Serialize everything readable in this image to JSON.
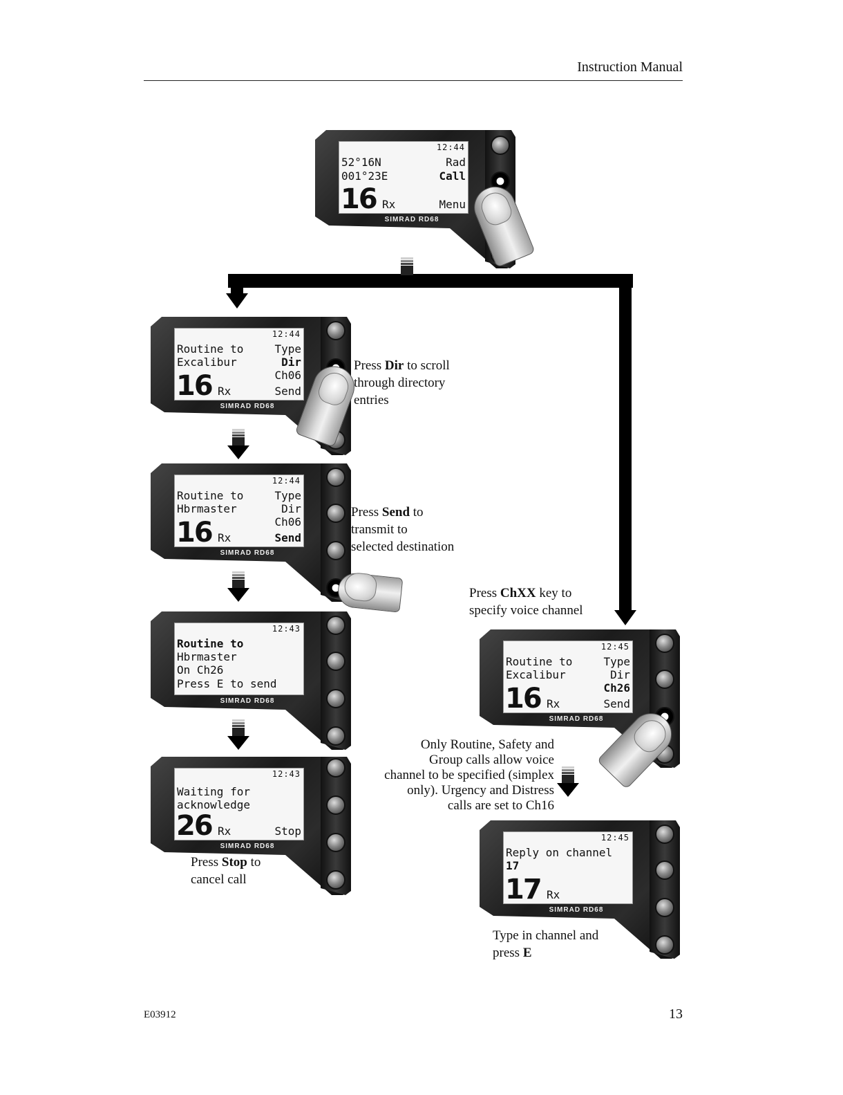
{
  "header": {
    "title": "Instruction Manual"
  },
  "footer": {
    "code": "E03912",
    "page": "13"
  },
  "brand": "SIMRAD RD68",
  "screens": {
    "main": {
      "time": "12:44",
      "rows": [
        {
          "l": "52°16N",
          "r": "Rad"
        },
        {
          "l": "001°23E",
          "r": "Call",
          "rb": true
        }
      ],
      "big": "16",
      "rx": "Rx",
      "bottom_right": "Menu"
    },
    "dir": {
      "time": "12:44",
      "rows": [
        {
          "l": "Routine to",
          "r": "Type"
        },
        {
          "l": "Excalibur",
          "r": "Dir",
          "rb": true
        },
        {
          "l": "",
          "r": "Ch06"
        }
      ],
      "big": "16",
      "rx": "Rx",
      "bottom_right": "Send"
    },
    "send": {
      "time": "12:44",
      "rows": [
        {
          "l": "Routine to",
          "r": "Type"
        },
        {
          "l": "Hbrmaster",
          "r": "Dir"
        },
        {
          "l": "",
          "r": "Ch06"
        }
      ],
      "big": "16",
      "rx": "Rx",
      "bottom_right": "Send"
    },
    "confirm": {
      "time": "12:43",
      "rows": [
        {
          "l": "Routine to",
          "lb": true
        },
        {
          "l": "Hbrmaster"
        },
        {
          "l": "On Ch26"
        },
        {
          "l": "Press E to send"
        }
      ]
    },
    "wait": {
      "time": "12:43",
      "rows": [
        {
          "l": "Waiting for"
        },
        {
          "l": "acknowledge"
        }
      ],
      "big": "26",
      "rx": "Rx",
      "bottom_right": "Stop"
    },
    "channel": {
      "time": "12:45",
      "rows": [
        {
          "l": "Routine to",
          "r": "Type"
        },
        {
          "l": "Excalibur",
          "r": "Dir"
        },
        {
          "l": "",
          "r": "Ch26",
          "rb": true
        }
      ],
      "big": "16",
      "rx": "Rx",
      "bottom_right": "Send"
    },
    "reply": {
      "time": "12:45",
      "rows": [
        {
          "l": "Reply on channel"
        },
        {
          "l": "17",
          "lb": true
        }
      ],
      "big": "17",
      "rx": "Rx"
    }
  },
  "captions": {
    "dir": {
      "pre": "Press ",
      "key": "Dir",
      "post": " to scroll",
      "line2": "through directory",
      "line3": "entries"
    },
    "send": {
      "pre": "Press ",
      "key": "Send",
      "post": " to",
      "line2": "transmit to",
      "line3": "selected destination"
    },
    "chxx": {
      "pre": "Press ",
      "key": "ChXX",
      "post": " key to",
      "line2": "specify voice channel"
    },
    "stop": {
      "pre": "Press ",
      "key": "Stop",
      "post": " to",
      "line2": "cancel call"
    },
    "typein": {
      "line1": "Type in channel and",
      "pre": "press ",
      "key": "E"
    },
    "note": {
      "line1": "Only Routine, Safety and",
      "line2": "Group calls allow voice",
      "line3": "channel to be specified (simplex",
      "line4": "only).  Urgency and Distress",
      "line5": "calls are  set to Ch16"
    }
  }
}
